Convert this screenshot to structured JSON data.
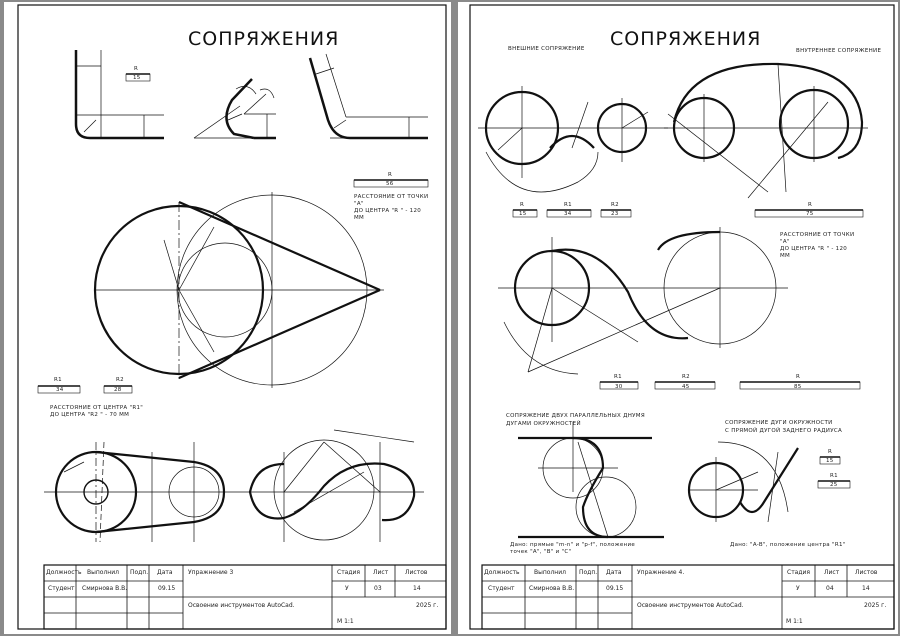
{
  "sheet1": {
    "title": "СОПРЯЖЕНИЯ",
    "dims": {
      "r_top_label": "R",
      "r_top_value": "15",
      "r_mid_label": "R",
      "r_mid_value": "56",
      "note_mid": [
        "РАССТОЯНИЕ ОТ ТОЧКИ",
        "\"А\"",
        "ДО ЦЕНТРА \"R \" - 120",
        "ММ"
      ],
      "r1_label": "R1",
      "r1_value": "34",
      "r2_label": "R2",
      "r2_value": "28",
      "note_bottom": [
        "РАССТОЯНИЕ ОТ ЦЕНТРА \"R1\"",
        "ДО ЦЕНТРА \"R2 \" - 70 ММ"
      ]
    },
    "title_block": {
      "h_position": "Должность",
      "h_done": "Выполнил",
      "h_sign": "Подп.",
      "h_date": "Дата",
      "exercise": "Упражнение 3",
      "h_stage": "Стадия",
      "h_sheet": "Лист",
      "h_sheets": "Листов",
      "position": "Студент",
      "author": "Смирнова В.В.",
      "date": "09.15",
      "stage": "У",
      "sheet": "03",
      "sheets": "14",
      "subject": "Освоение инструментов AutoCad.",
      "year": "2025 г.",
      "scale": "М 1:1"
    }
  },
  "sheet2": {
    "title": "СОПРЯЖЕНИЯ",
    "label_outer": "ВНЕШНИЕ СОПРЯЖЕНИЕ",
    "label_inner": "ВНУТРЕННЕЕ СОПРЯЖЕНИЕ",
    "dims_top": [
      {
        "label": "R",
        "value": "15"
      },
      {
        "label": "R1",
        "value": "34"
      },
      {
        "label": "R2",
        "value": "23"
      },
      {
        "label": "R",
        "value": "75"
      }
    ],
    "note_top": [
      "РАССТОЯНИЕ ОТ ТОЧКИ",
      "\"А\"",
      "ДО ЦЕНТРА \"R \" - 120",
      "ММ"
    ],
    "dims_mid": [
      {
        "label": "R1",
        "value": "30"
      },
      {
        "label": "R2",
        "value": "45"
      },
      {
        "label": "R",
        "value": "85"
      }
    ],
    "label_parallel": [
      "СОПРЯЖЕНИЕ ДВУХ ПАРАЛЛЕЛЬНЫХ ДНУМЯ",
      "ДУГАМИ ОКРУЖНОСТЕЙ"
    ],
    "label_arc_line": [
      "СОПРЯЖЕНИЕ ДУГИ ОКРУЖНОСТИ",
      "С ПРЯМОЙ ДУГОЙ ЗАДНЕГО РАДИУСА"
    ],
    "dims_small": [
      {
        "label": "R",
        "value": "15"
      },
      {
        "label": "R1",
        "value": "25"
      }
    ],
    "given_left": [
      "Дано: прямые \"m-n\" и \"p-f\", положение",
      "точек \"A\", \"B\" и \"C\""
    ],
    "given_right": "Дано: \"A-B\", положение центра \"R1\"",
    "title_block": {
      "h_position": "Должность",
      "h_done": "Выполнил",
      "h_sign": "Подп.",
      "h_date": "Дата",
      "exercise": "Упражнение 4.",
      "h_stage": "Стадия",
      "h_sheet": "Лист",
      "h_sheets": "Листов",
      "position": "Студент",
      "author": "Смирнова В.В.",
      "date": "09.15",
      "stage": "У",
      "sheet": "04",
      "sheets": "14",
      "subject": "Освоение инструментов AutoCad.",
      "year": "2025 г.",
      "scale": "М 1:1"
    }
  }
}
